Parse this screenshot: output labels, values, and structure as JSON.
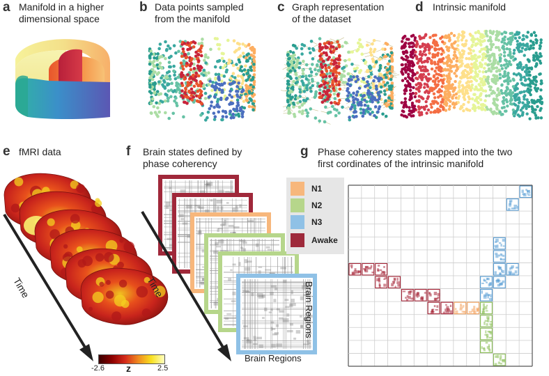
{
  "panels": {
    "a": {
      "letter": "a",
      "title_line1": "Manifold in a higher",
      "title_line2": "dimensional space"
    },
    "b": {
      "letter": "b",
      "title_line1": "Data points sampled",
      "title_line2": "from the manifold"
    },
    "c": {
      "letter": "c",
      "title_line1": "Graph representation",
      "title_line2": "of the dataset"
    },
    "d": {
      "letter": "d",
      "title_line1": "Intrinsic manifold",
      "title_line2": ""
    },
    "e": {
      "letter": "e",
      "title_line1": "fMRI data",
      "time_label": "Time",
      "colorbar_min": "-2.6",
      "colorbar_max": "2.5",
      "colorbar_label": "z"
    },
    "f": {
      "letter": "f",
      "title_line1": "Brain states defined by",
      "title_line2": "phase coherency",
      "time_label": "Time",
      "axis_x": "Brain Regions",
      "axis_y": "Brain Regions"
    },
    "g": {
      "letter": "g",
      "title_line1": "Phase coherency states mapped into the two",
      "title_line2": "first cordinates of the intrinsic manifold"
    }
  },
  "legend": [
    {
      "label": "N1",
      "color": "#f7b77c"
    },
    {
      "label": "N2",
      "color": "#b6d68b"
    },
    {
      "label": "N3",
      "color": "#8fc1e6"
    },
    {
      "label": "Awake",
      "color": "#9e2a3b"
    }
  ],
  "colors": {
    "awake": "#a8283a",
    "n1": "#f4a460",
    "n2": "#8dc05a",
    "n3": "#5a9fd6",
    "grid": "#cccccc"
  }
}
